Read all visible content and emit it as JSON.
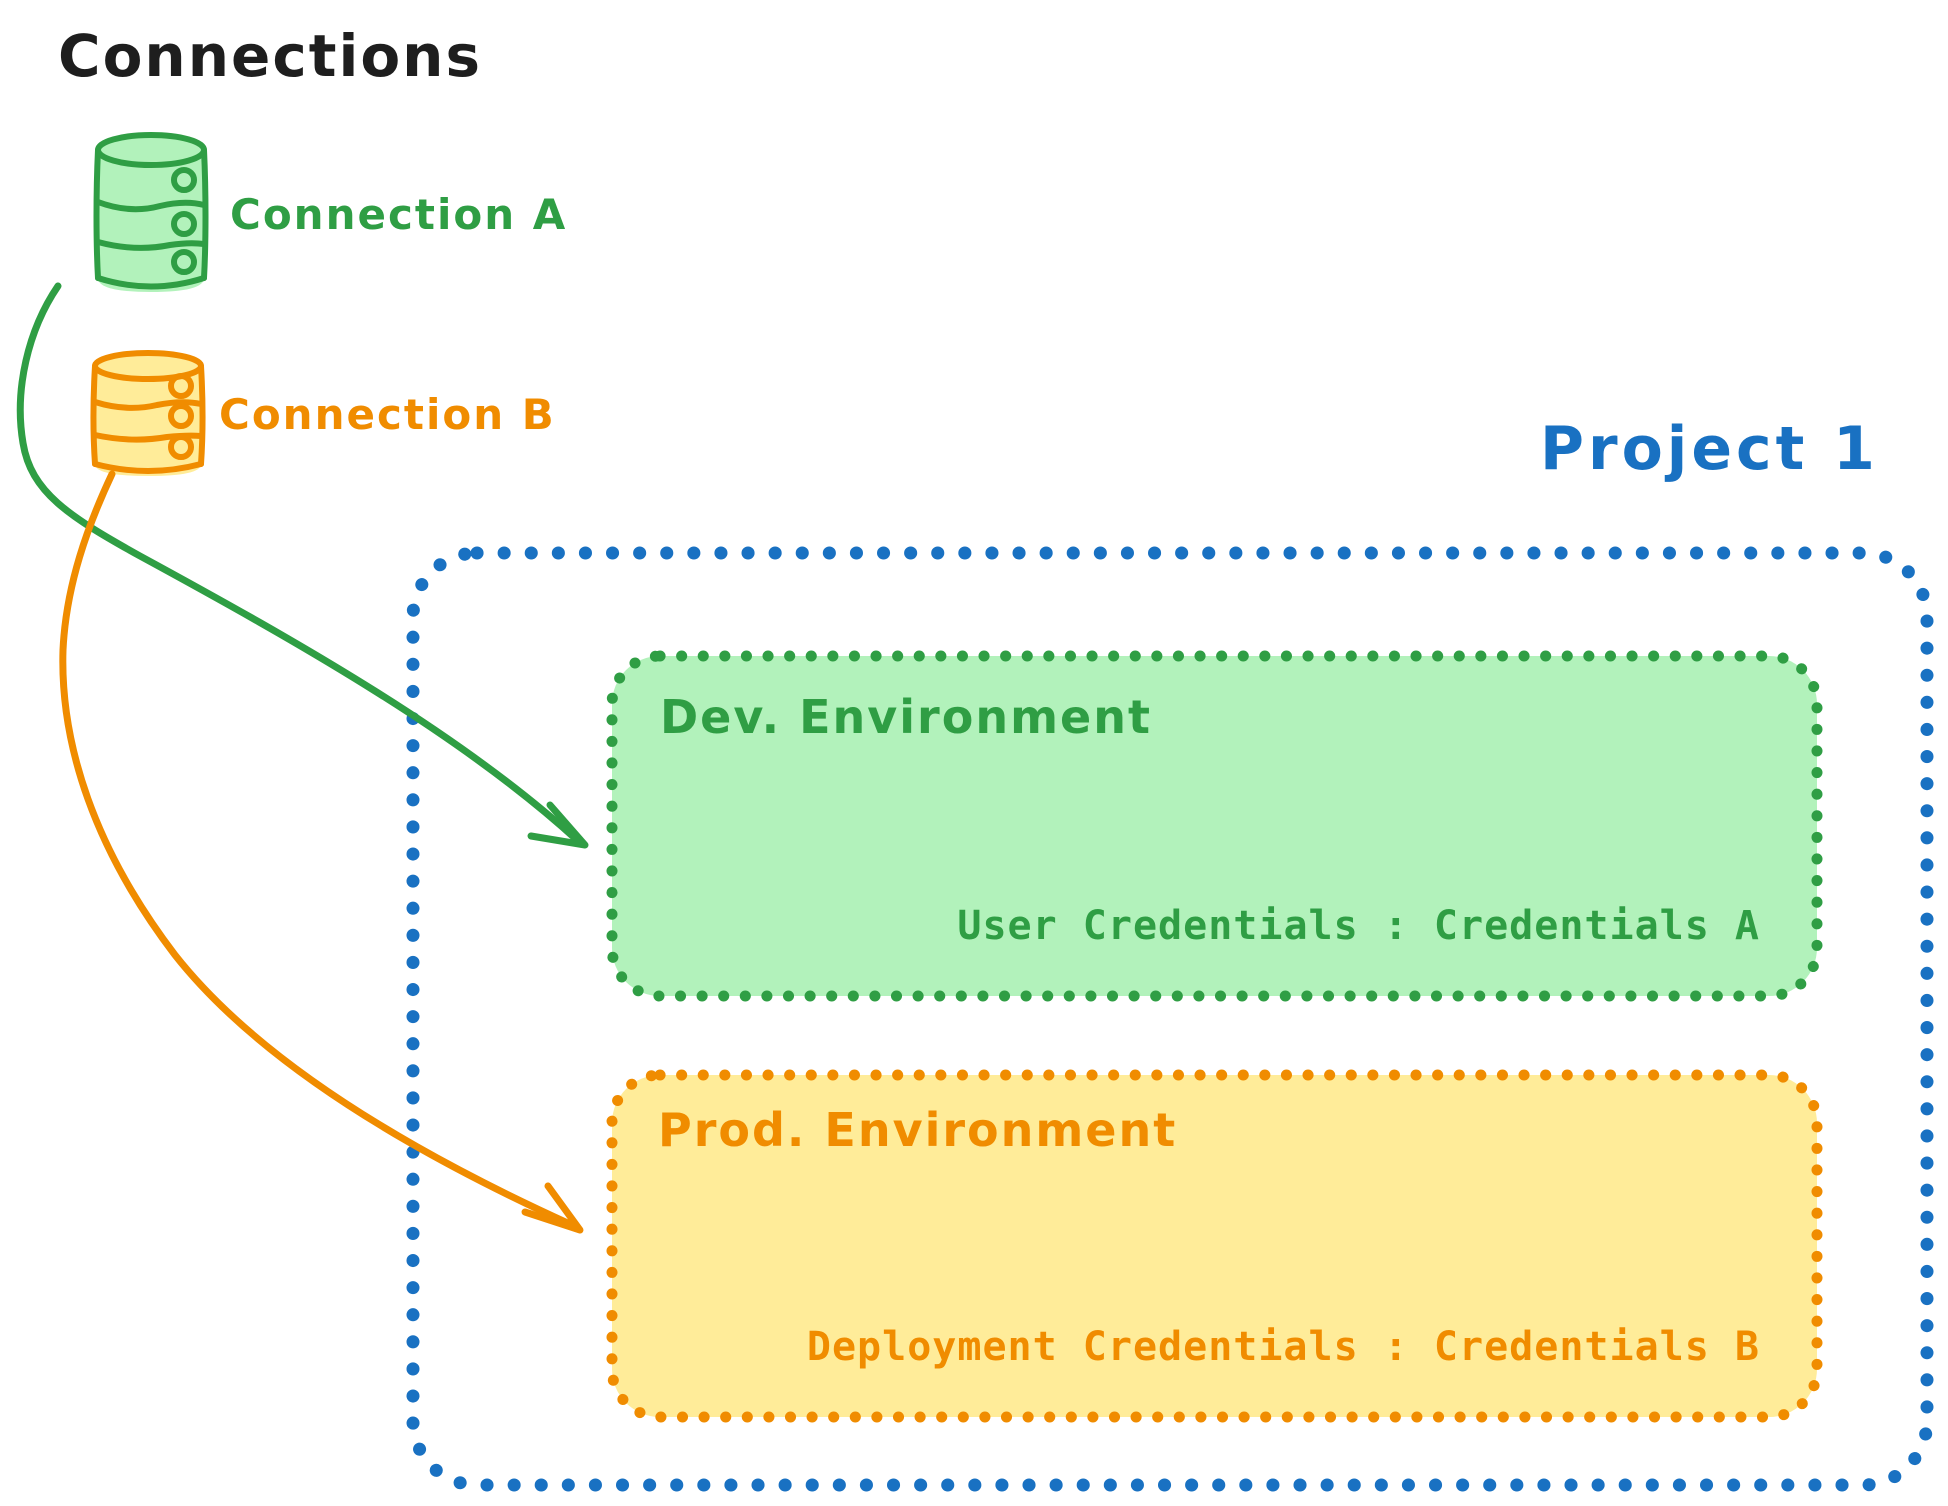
{
  "title": "Connections",
  "text_color": "#1e1e1e",
  "connections": [
    {
      "label": "Connection A",
      "color": "#2f9e44",
      "fill": "#b2f2bb",
      "icon": "database-icon"
    },
    {
      "label": "Connection B",
      "color": "#f08c00",
      "fill": "#ffec99",
      "icon": "database-icon"
    }
  ],
  "project": {
    "label": "Project 1",
    "border_color": "#1971c2",
    "environments": [
      {
        "name": "Dev. Environment",
        "credentials_text": "User Credentials : Credentials A",
        "border_color": "#2f9e44",
        "fill": "#b2f2bb"
      },
      {
        "name": "Prod. Environment",
        "credentials_text": "Deployment Credentials : Credentials B",
        "border_color": "#f08c00",
        "fill": "#ffec99"
      }
    ]
  }
}
